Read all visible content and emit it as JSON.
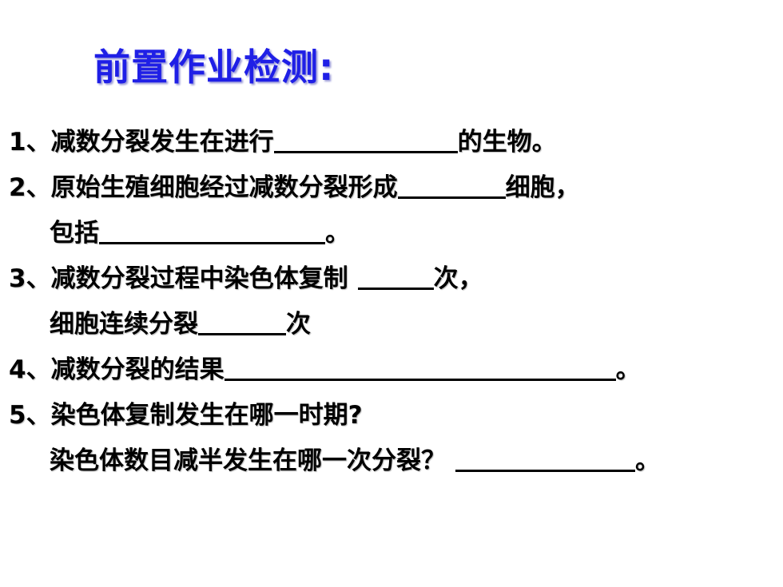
{
  "title": "前置作业检测:",
  "questions": [
    {
      "num": "1",
      "before": "、减数分裂发生在进行",
      "after": "的生物。"
    },
    {
      "num": "2",
      "before": "、原始生殖细胞经过减数分裂形成",
      "after": "细胞，"
    },
    {
      "cont": "包括",
      "after": "。"
    },
    {
      "num": "3",
      "before": "、减数分裂过程中染色体复制",
      "after": "次，"
    },
    {
      "cont": "细胞连续分裂",
      "after": "次"
    },
    {
      "num": "4",
      "before": "、减数分裂的结果",
      "after": "。"
    },
    {
      "num": "5",
      "before": "、染色体复制发生在哪一时期?"
    },
    {
      "cont": "染色体数目减半发生在哪一次分裂？",
      "after": "。"
    }
  ]
}
